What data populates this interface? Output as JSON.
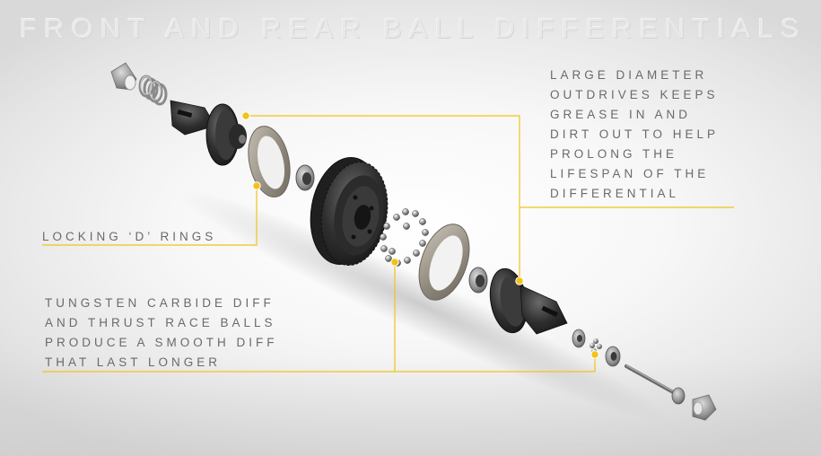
{
  "title": "FRONT AND REAR BALL DIFFERENTIALS",
  "callouts": {
    "outdrives": {
      "lines": [
        "LARGE DIAMETER",
        "OUTDRIVES KEEPS",
        "GREASE IN AND",
        "DIRT OUT TO HELP",
        "PROLONG THE",
        "LIFESPAN OF THE",
        "DIFFERENTIAL"
      ]
    },
    "locking_rings": {
      "lines": [
        "LOCKING ‘D’ RINGS"
      ]
    },
    "balls": {
      "lines": [
        "TUNGSTEN CARBIDE DIFF",
        "AND THRUST RACE BALLS",
        "PRODUCE A SMOOTH DIFF",
        "THAT LAST LONGER"
      ]
    }
  },
  "colors": {
    "accent": "#f2c21a",
    "text": "#6a6a6a",
    "title": "#e9e9e9"
  }
}
